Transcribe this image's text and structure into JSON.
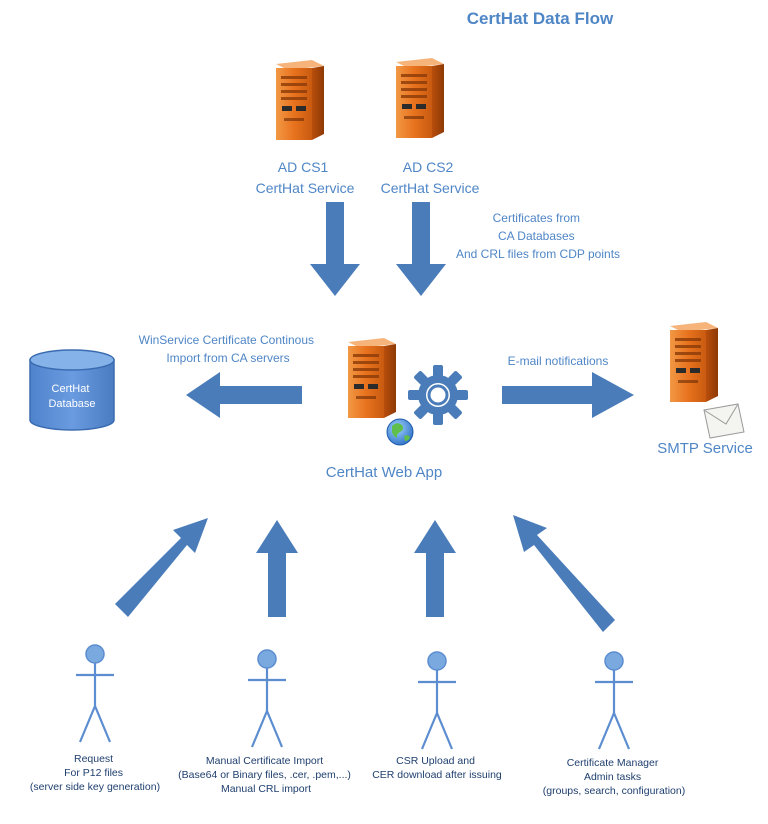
{
  "title": "CertHat Data Flow",
  "servers": {
    "ad_cs1": [
      "AD CS1",
      "CertHat Service"
    ],
    "ad_cs2": [
      "AD CS2",
      "CertHat Service"
    ],
    "web_app": "CertHat Web App",
    "smtp": "SMTP Service"
  },
  "database": [
    "CertHat",
    "Database"
  ],
  "flows": {
    "certificates_from_ca": [
      "Certificates from",
      "CA Databases",
      "And CRL files from CDP points"
    ],
    "winservice_import": [
      "WinService Certificate Continous",
      "Import from CA servers"
    ],
    "email_notifications": "E-mail notifications"
  },
  "actors": [
    {
      "lines": [
        "Request",
        "For P12 files",
        "(server side key generation)"
      ]
    },
    {
      "lines": [
        "Manual Certificate Import",
        "(Base64 or Binary files, .cer, .pem,...)",
        "Manual CRL import"
      ]
    },
    {
      "lines": [
        "CSR Upload and",
        "CER download after issuing"
      ]
    },
    {
      "lines": [
        "Certificate Manager",
        "Admin tasks",
        "(groups, search, configuration)"
      ]
    }
  ],
  "colors": {
    "title": "#4f86c6",
    "arrow": "#4a7cba",
    "server_orange": "#e8731e",
    "database_fill": "#5b8fd6",
    "actor": "#5b8dd0"
  }
}
